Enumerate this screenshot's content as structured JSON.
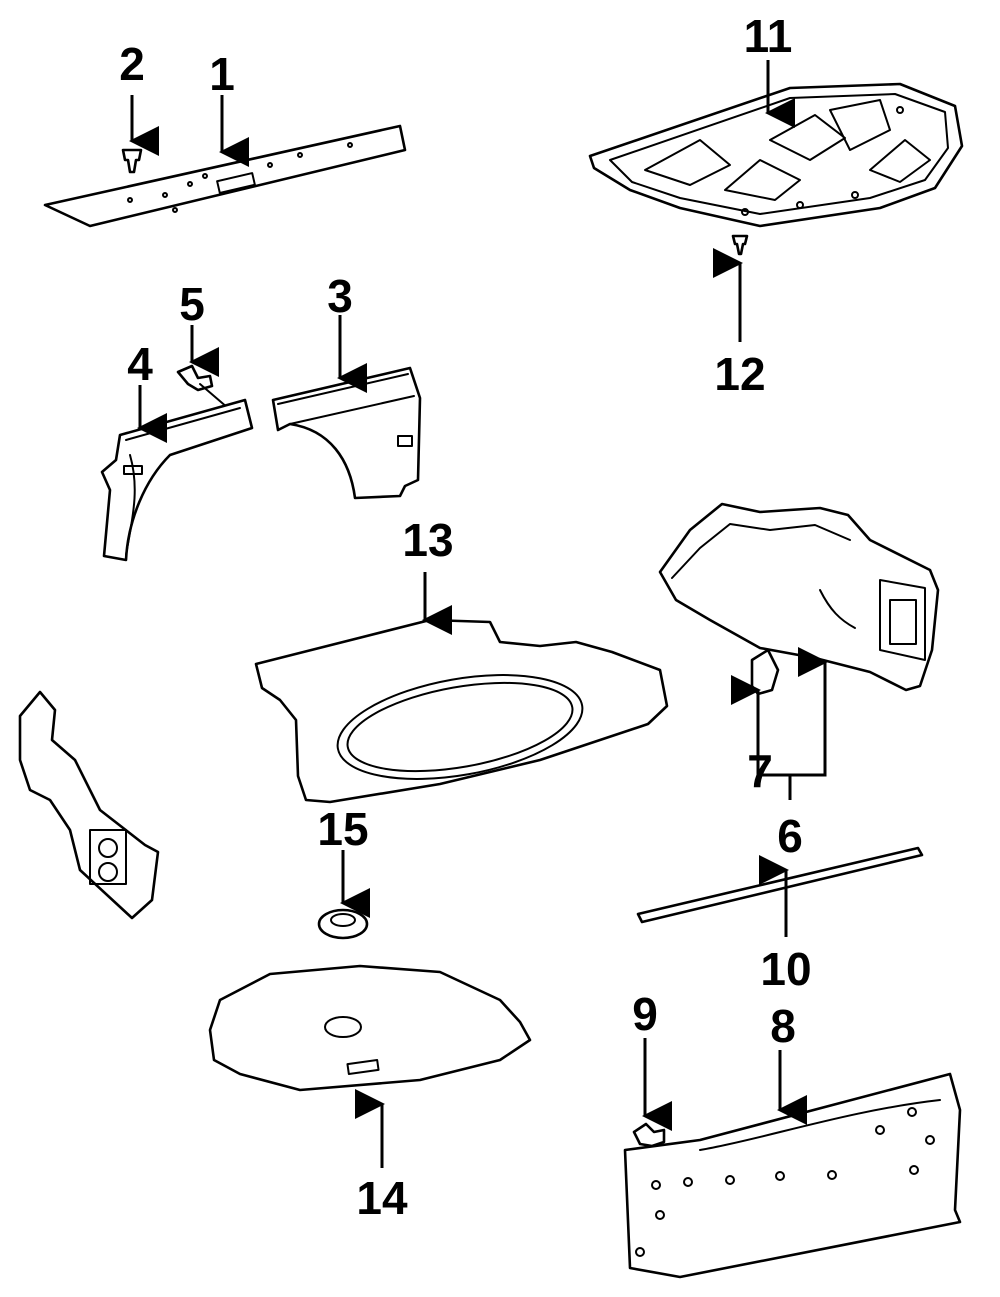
{
  "callouts": [
    "1",
    "2",
    "3",
    "4",
    "5",
    "6",
    "7",
    "8",
    "9",
    "10",
    "11",
    "12",
    "13",
    "14",
    "15"
  ],
  "colors": {
    "ink": "#000000",
    "paper": "#ffffff"
  }
}
